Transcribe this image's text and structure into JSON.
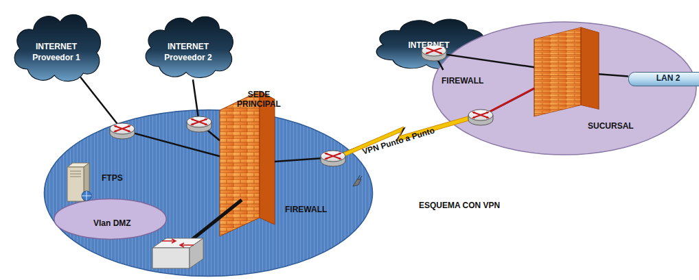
{
  "diagram": {
    "nodes": [
      {
        "text": [
          "INTERNET Proveedor 1"
        ]
      },
      {
        "text": [
          "INTERNET Proveedor 2"
        ]
      },
      {
        "text": [
          "INTERNET"
        ]
      },
      {
        "text": [
          "SUCURSAL"
        ]
      },
      {
        "text": [
          "FIREWALL"
        ],
        "in": 3
      },
      {
        "text": [
          "LAN 2"
        ],
        "in": 3
      },
      {
        "text": [
          "SEDE PRINCIPAL"
        ]
      },
      {
        "text": [
          "Vlan DMZ"
        ],
        "in": 6
      },
      {
        "text": [
          "FTPS"
        ],
        "in": 7
      },
      {
        "text": [
          "FIREWALL"
        ],
        "in": 6
      }
    ],
    "edges": [
      {
        "from": 0,
        "to": 9,
        "arrow": "none"
      },
      {
        "from": 1,
        "to": 9,
        "arrow": "none"
      },
      {
        "from": 9,
        "to": 4,
        "label": "VPN Punto a Punto",
        "arrow": "none"
      },
      {
        "from": 2,
        "to": 4,
        "arrow": "none"
      },
      {
        "from": 4,
        "to": 5,
        "arrow": "none"
      }
    ],
    "labels": [
      "ESQUEMA CON VPN"
    ]
  }
}
